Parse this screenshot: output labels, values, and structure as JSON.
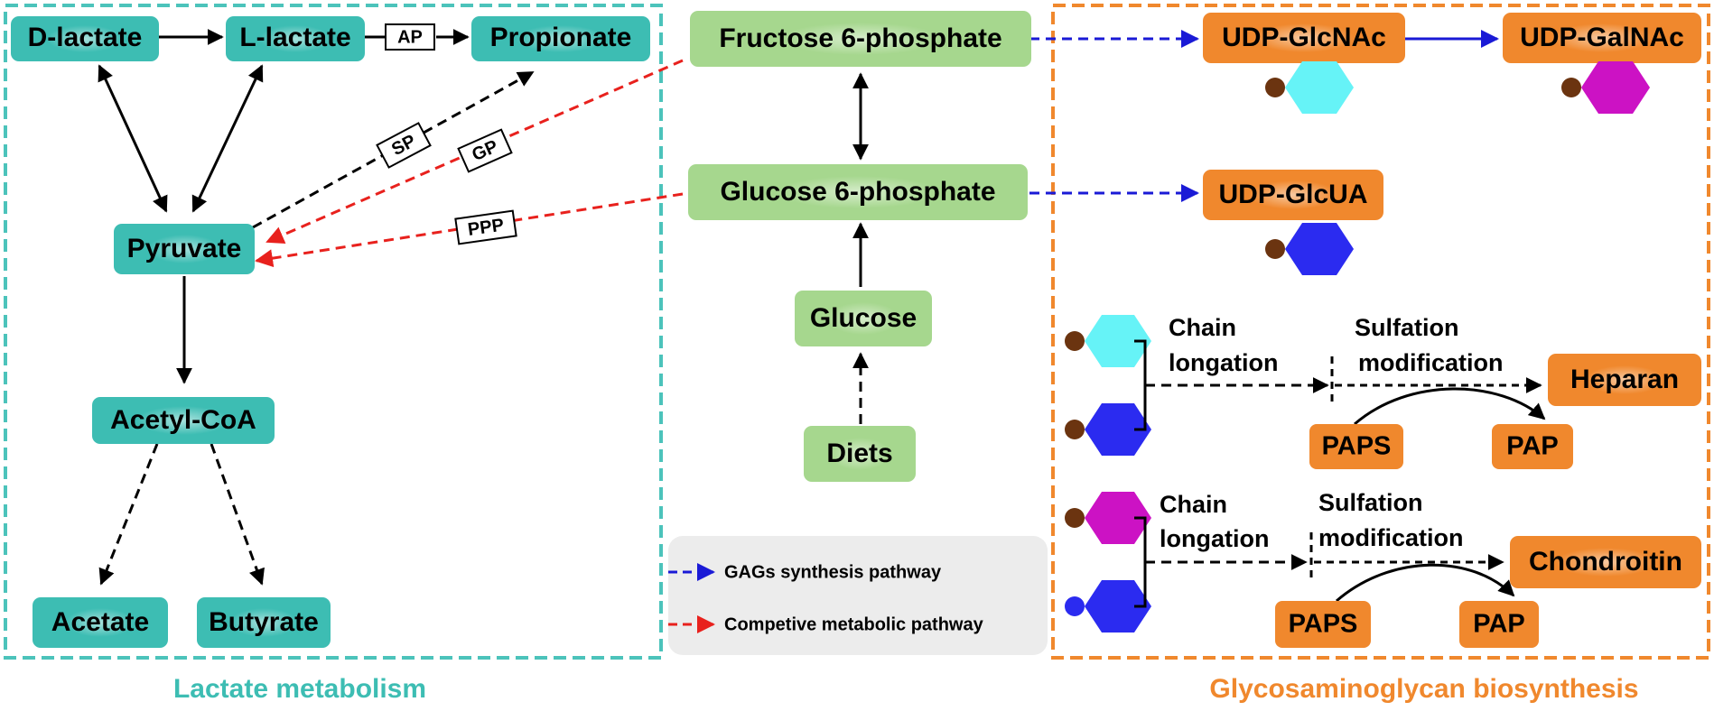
{
  "sections": {
    "lactate_title": "Lactate metabolism",
    "gag_title": "Glycosaminoglycan biosynthesis"
  },
  "nodes": {
    "d_lactate": "D-lactate",
    "l_lactate": "L-lactate",
    "propionate": "Propionate",
    "pyruvate": "Pyruvate",
    "acetyl_coa": "Acetyl-CoA",
    "acetate": "Acetate",
    "butyrate": "Butyrate",
    "fructose_6p": "Fructose 6-phosphate",
    "glucose_6p": "Glucose 6-phosphate",
    "glucose": "Glucose",
    "diets": "Diets",
    "udp_glcnac": "UDP-GlcNAc",
    "udp_galnac": "UDP-GalNAc",
    "udp_glcua": "UDP-GlcUA",
    "heparan": "Heparan",
    "chondroitin": "Chondroitin",
    "paps_1": "PAPS",
    "pap_1": "PAP",
    "paps_2": "PAPS",
    "pap_2": "PAP"
  },
  "enzymes": {
    "ap": "AP",
    "sp": "SP",
    "gp": "GP",
    "ppp": "PPP"
  },
  "steps": {
    "chain_1": "Chain",
    "longation_1": "longation",
    "sulfation_1": "Sulfation",
    "modification_1": "modification",
    "chain_2": "Chain",
    "longation_2": "longation",
    "sulfation_2": "Sulfation",
    "modification_2": "modification"
  },
  "legend": {
    "gags": "GAGs synthesis pathway",
    "competitive": "Competive metabolic pathway"
  },
  "colors": {
    "teal": "#3dbdb3",
    "teal_border": "#4cc3bb",
    "green": "#a6d78e",
    "orange": "#f0882d",
    "cyan_hex": "#66f3f7",
    "magenta_hex": "#cc12c4",
    "blue_hex": "#2b2bf0",
    "brown_dot": "#6b3410",
    "blue_arrow": "#1a1ad6",
    "red_arrow": "#e8211d",
    "legend_bg": "#ececec"
  },
  "icons": {
    "hexagon": "hexagon-icon",
    "dot": "dot-icon"
  }
}
